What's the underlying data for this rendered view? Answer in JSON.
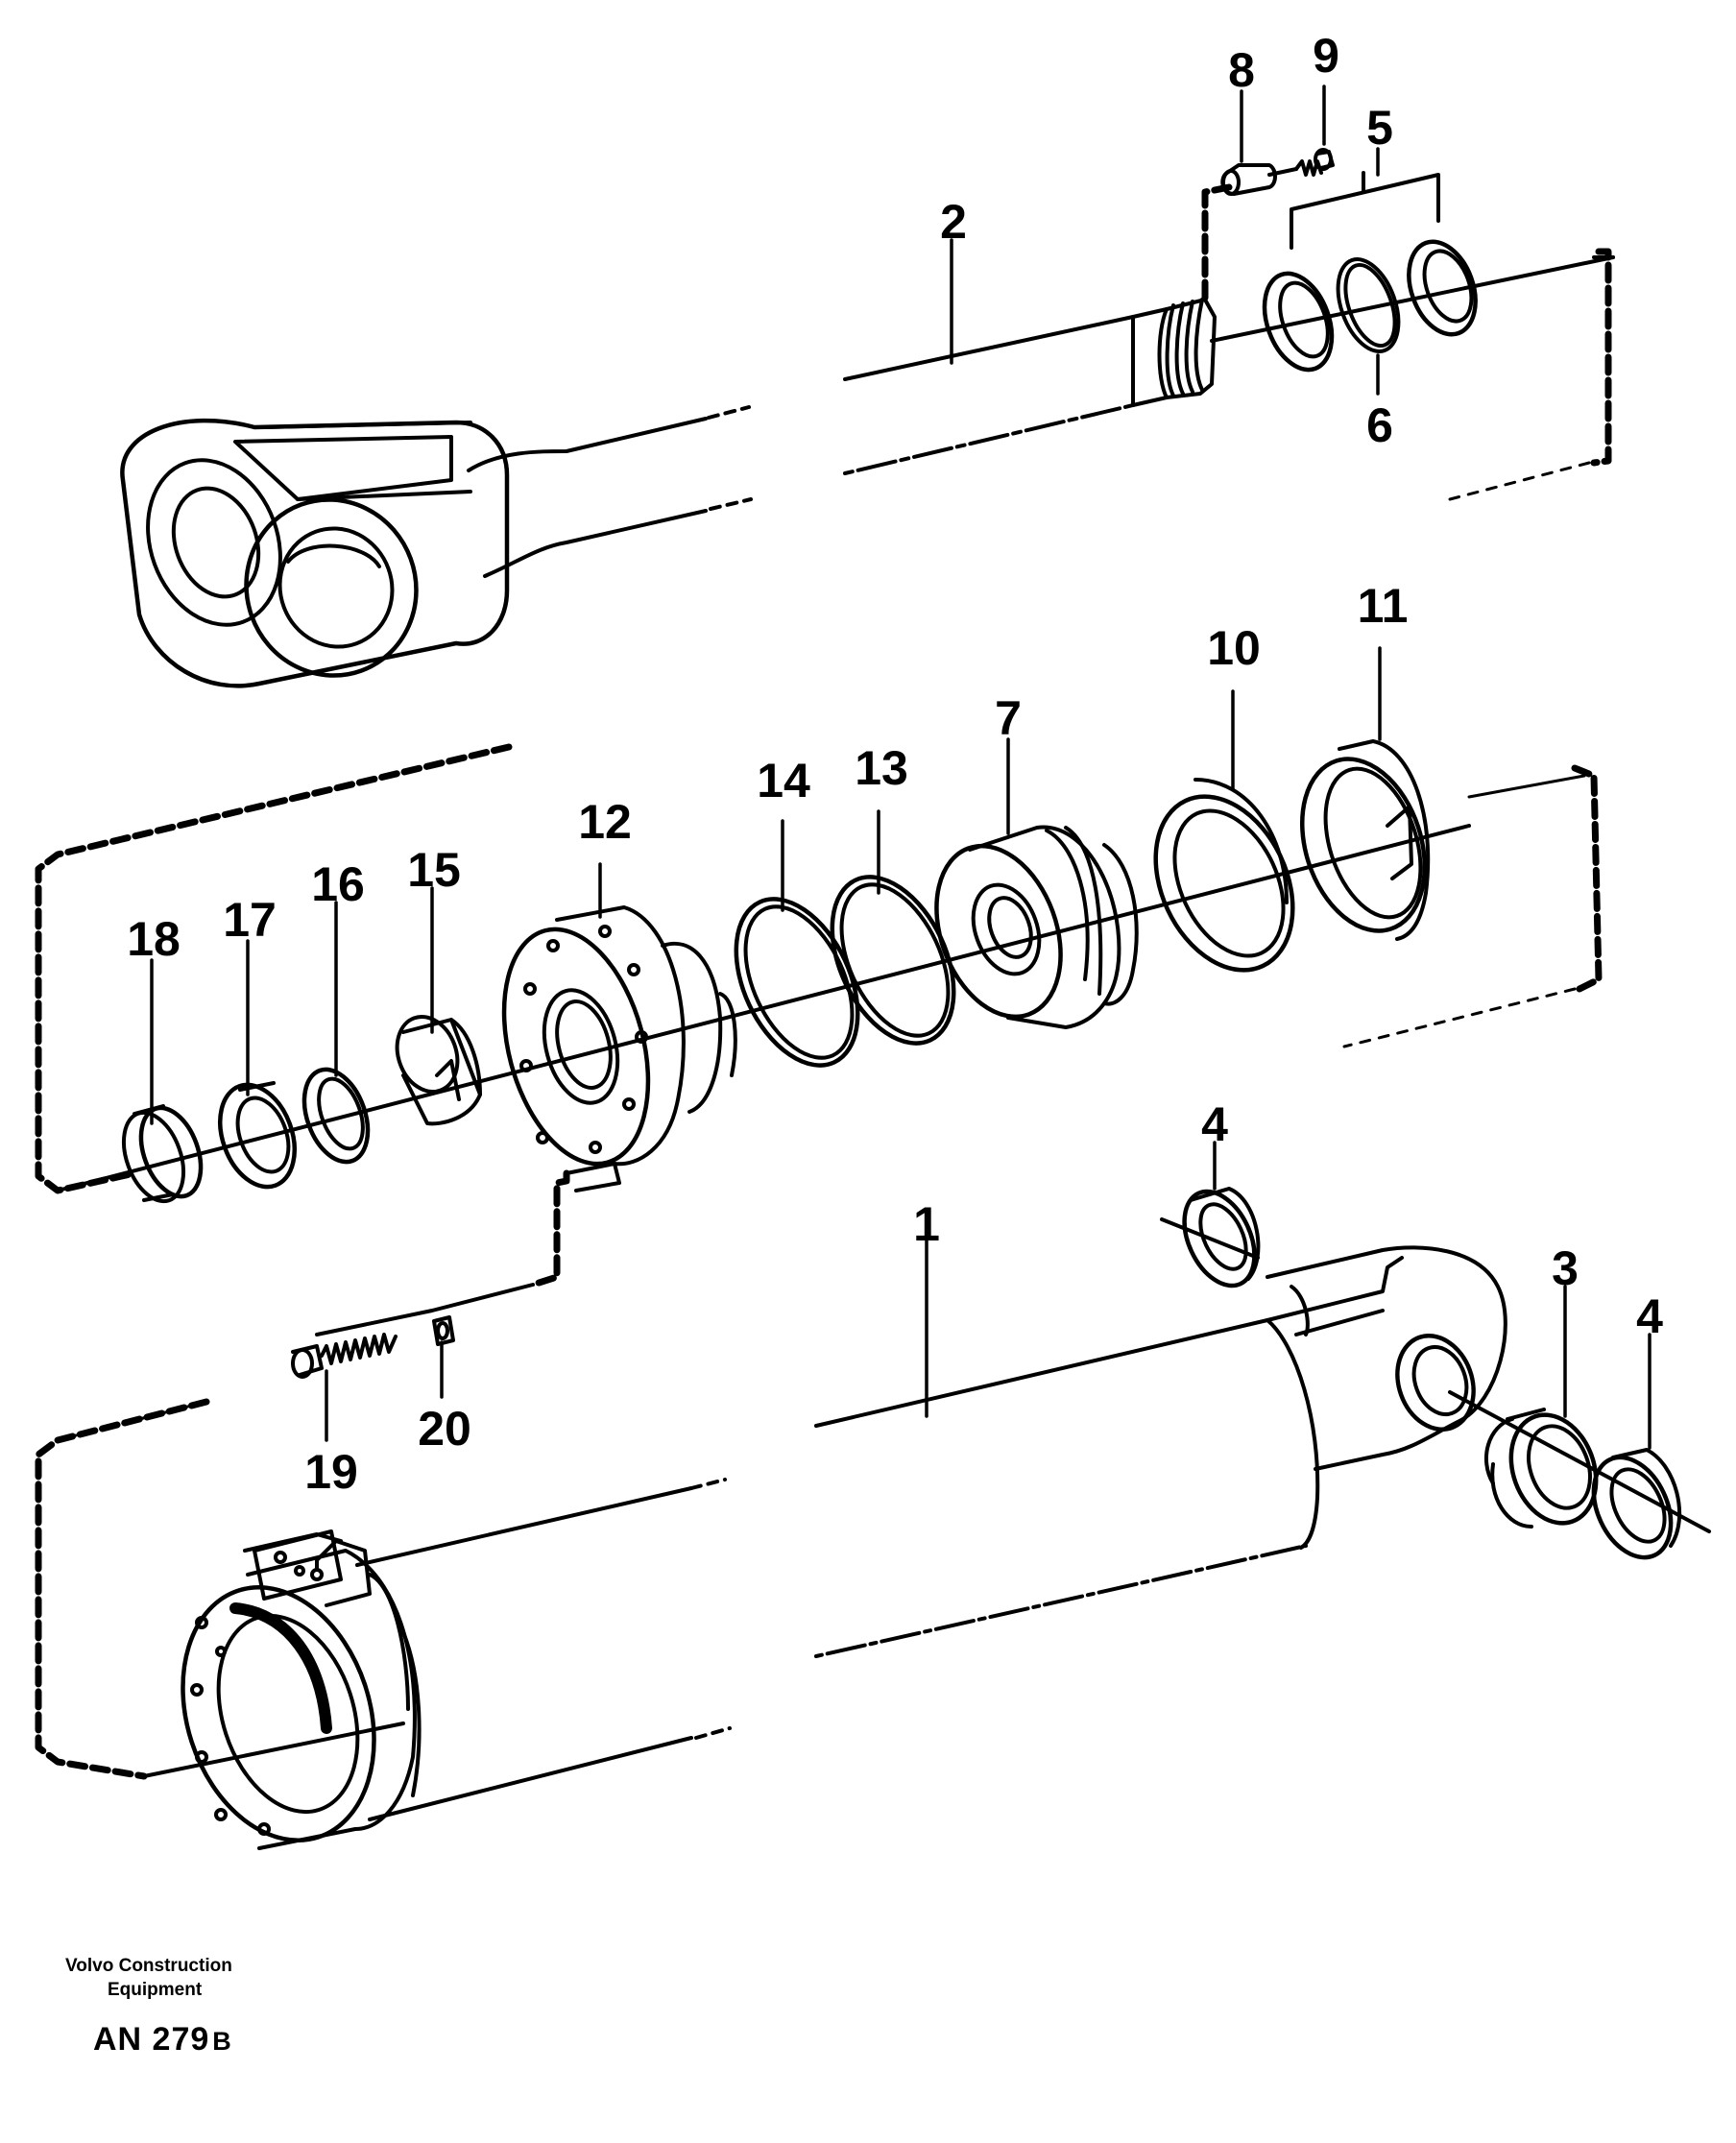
{
  "callouts": {
    "c1": "1",
    "c2": "2",
    "c3": "3",
    "c4a": "4",
    "c4b": "4",
    "c5": "5",
    "c6": "6",
    "c7": "7",
    "c8": "8",
    "c9": "9",
    "c10": "10",
    "c11": "11",
    "c12": "12",
    "c13": "13",
    "c14": "14",
    "c15": "15",
    "c16": "16",
    "c17": "17",
    "c18": "18",
    "c19": "19",
    "c20": "20"
  },
  "footer": {
    "maker_line1": "Volvo Construction",
    "maker_line2": "Equipment",
    "code": "AN 279",
    "revision": "B"
  },
  "colors": {
    "ink": "#000000",
    "paper": "#ffffff"
  }
}
